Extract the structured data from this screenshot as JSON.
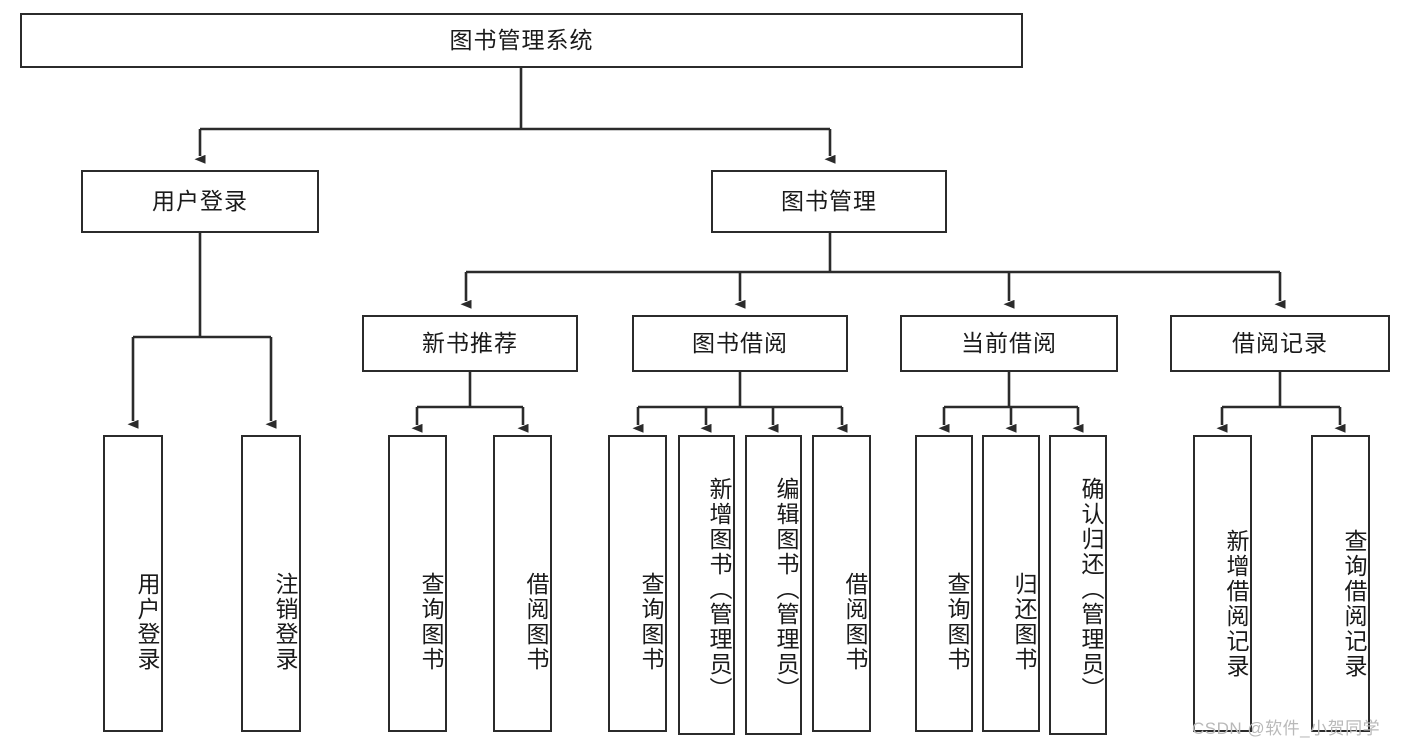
{
  "diagram": {
    "title_node": {
      "label": "图书管理系统"
    },
    "level2": [
      {
        "id": "user-login",
        "label": "用户登录"
      },
      {
        "id": "book-manage",
        "label": "图书管理"
      }
    ],
    "level3": [
      {
        "id": "new-book-recommend",
        "label": "新书推荐"
      },
      {
        "id": "book-borrow",
        "label": "图书借阅"
      },
      {
        "id": "current-borrow",
        "label": "当前借阅"
      },
      {
        "id": "borrow-record",
        "label": "借阅记录"
      }
    ],
    "leaves": {
      "user_login": [
        {
          "id": "leaf-user-login",
          "label": "用户登录"
        },
        {
          "id": "leaf-logout-login",
          "label": "注销登录"
        }
      ],
      "new_book_recommend": [
        {
          "id": "leaf-query-book-1",
          "label": "查询图书"
        },
        {
          "id": "leaf-borrow-book-1",
          "label": "借阅图书"
        }
      ],
      "book_borrow": [
        {
          "id": "leaf-query-book-2",
          "label": "查询图书"
        },
        {
          "id": "leaf-add-book-admin",
          "label": "新增图书（管理员）"
        },
        {
          "id": "leaf-edit-book-admin",
          "label": "编辑图书（管理员）"
        },
        {
          "id": "leaf-borrow-book-2",
          "label": "借阅图书"
        }
      ],
      "current_borrow": [
        {
          "id": "leaf-query-book-3",
          "label": "查询图书"
        },
        {
          "id": "leaf-return-book",
          "label": "归还图书"
        },
        {
          "id": "leaf-confirm-return-admin",
          "label": "确认归还（管理员）"
        }
      ],
      "borrow_record": [
        {
          "id": "leaf-add-borrow-record",
          "label": "新增借阅记录"
        },
        {
          "id": "leaf-query-borrow-record",
          "label": "查询借阅记录"
        }
      ]
    }
  },
  "watermark": {
    "text": "CSDN @软件_小贺同学"
  },
  "colors": {
    "background": "#ffffff",
    "node_border": "#2b2b2b",
    "node_fill": "#ffffff",
    "text": "#1a1a1a",
    "edge": "#2b2b2b",
    "watermark": "#b9b9b9"
  }
}
